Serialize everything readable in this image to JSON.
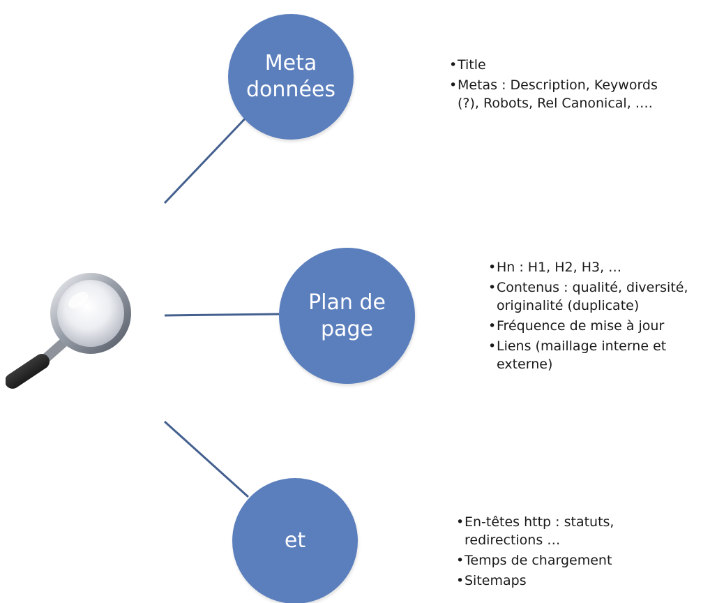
{
  "nodes": {
    "meta": {
      "label": "Meta\ndonnées"
    },
    "plan": {
      "label": "Plan de\npage"
    },
    "et": {
      "label": "et"
    }
  },
  "lists": {
    "meta": [
      "Title",
      "Metas : Description, Keywords (?), Robots, Rel Canonical,  …."
    ],
    "plan": [
      "Hn : H1, H2, H3, …",
      "Contenus : qualité, diversité, originalité (duplicate)",
      "Fréquence de mise à jour",
      "Liens (maillage interne et externe)"
    ],
    "et": [
      "En-têtes http : statuts, redirections …",
      "Temps de chargement",
      "Sitemaps"
    ]
  },
  "colors": {
    "node_fill": "#5b7fbd",
    "connector": "#44608f",
    "node_text": "#ffffff",
    "list_text": "#1a1a1a"
  },
  "icons": {
    "hub": "magnifying-glass-icon"
  }
}
